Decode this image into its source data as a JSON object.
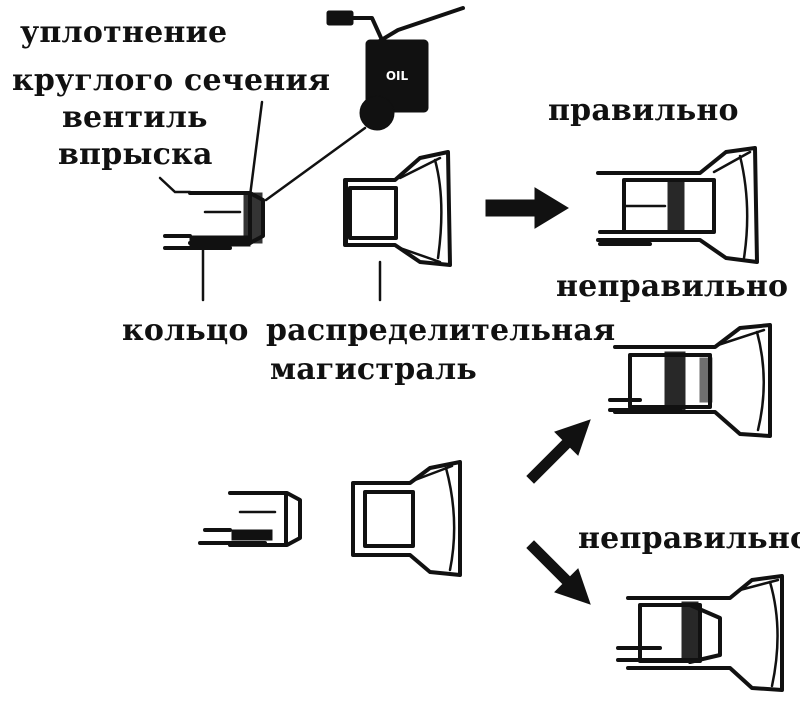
{
  "labels": {
    "seal": "уплотнение",
    "cross_section": "круглого сечения",
    "valve": "вентиль",
    "injection": "впрыска",
    "ring": "кольцо",
    "distributor": "распределительная",
    "main": "магистраль",
    "correct": "правильно",
    "incorrect_1": "неправильно",
    "incorrect_2": "неправильно",
    "oil_can_text": "OIL"
  },
  "colors": {
    "ink": "#111111",
    "paper": "#ffffff"
  },
  "icons": [
    "oil-can-icon",
    "arrow-right-icon",
    "arrow-up-right-icon",
    "arrow-down-right-icon"
  ]
}
